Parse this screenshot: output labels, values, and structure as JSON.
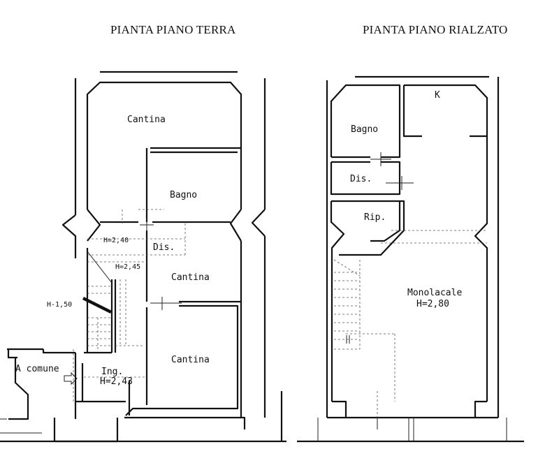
{
  "titles": {
    "ground_floor": "PIANTA PIANO TERRA",
    "raised_floor": "PIANTA PIANO RIALZATO"
  },
  "ground_floor": {
    "cantina_top": "Cantina",
    "bagno": "Bagno",
    "dis": "Dis.",
    "h_dis": "H=2,40",
    "h_stair": "H=2,45",
    "cantina_mid": "Cantina",
    "h_side": "H-1,50",
    "cantina_bottom": "Cantina",
    "comune": "A comune",
    "ing": "Ing.",
    "h_ing": "H=2,43"
  },
  "raised_floor": {
    "k": "K",
    "bagno": "Bagno",
    "dis": "Dis.",
    "rip": "Rip.",
    "monolocale": "Monolacale",
    "h_mono": "H=2,80"
  }
}
